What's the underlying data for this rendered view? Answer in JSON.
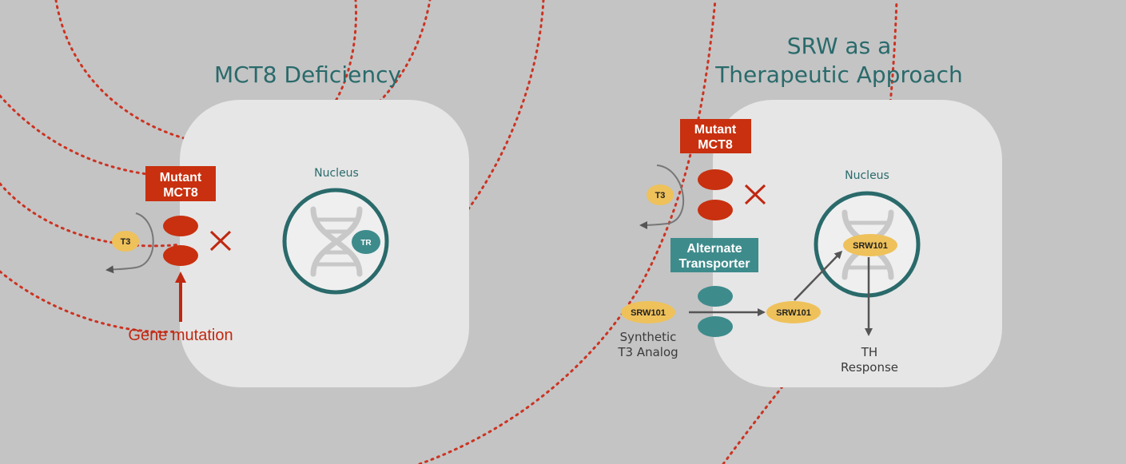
{
  "left_panel": {
    "title": "MCT8 Deficiency",
    "mutant_label_line1": "Mutant",
    "mutant_label_line2": "MCT8",
    "nucleus_label": "Nucleus",
    "t3_label": "T3",
    "tr_label": "TR",
    "gene_mutation_label": "Gene mutation"
  },
  "right_panel": {
    "title_line1": "SRW as a",
    "title_line2": "Therapeutic Approach",
    "mutant_label_line1": "Mutant",
    "mutant_label_line2": "MCT8",
    "nucleus_label": "Nucleus",
    "t3_label": "T3",
    "alt_transporter_line1": "Alternate",
    "alt_transporter_line2": "Transporter",
    "srw_outside_label": "SRW101",
    "srw_inside_label": "SRW101",
    "srw_nucleus_label": "SRW101",
    "synthetic_line1": "Synthetic",
    "synthetic_line2": "T3 Analog",
    "th_response_line1": "TH",
    "th_response_line2": "Response"
  },
  "colors": {
    "background": "#c4c4c4",
    "cell_fill": "#e6e6e6",
    "teal": "#2a6a6b",
    "teal_box": "#3e8b8c",
    "red": "#c02810",
    "mct8_red": "#c8300f",
    "yellow": "#eec15a",
    "arrow_gray": "#555555",
    "dotted_red": "#cc3322"
  },
  "icons": {
    "dna": "dna-helix-icon",
    "block": "cross-mark-icon"
  }
}
